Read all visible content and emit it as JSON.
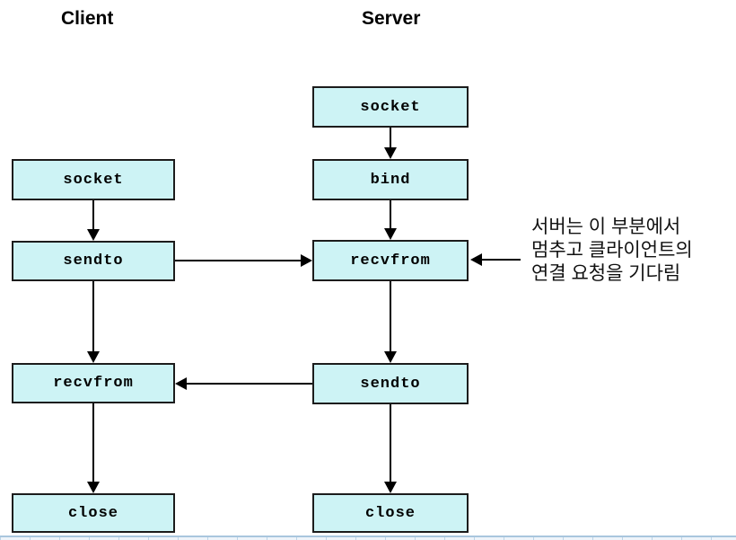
{
  "client": {
    "label": "Client",
    "boxes": [
      "socket",
      "sendto",
      "recvfrom",
      "close"
    ]
  },
  "server": {
    "label": "Server",
    "boxes": [
      "socket",
      "bind",
      "recvfrom",
      "sendto",
      "close"
    ]
  },
  "annotation": {
    "line1": "서버는 이 부분에서",
    "line2": "멈추고 클라이언트의",
    "line3": "연결 요청을 기다림"
  },
  "colors": {
    "box_fill": "#cdf3f5",
    "box_border": "#1c1c1c",
    "arrow": "#000000",
    "bottom_rule": "#a9c6de",
    "bottom_fill": "#eef4fa",
    "bottom_separator": "#bcd4e8"
  }
}
